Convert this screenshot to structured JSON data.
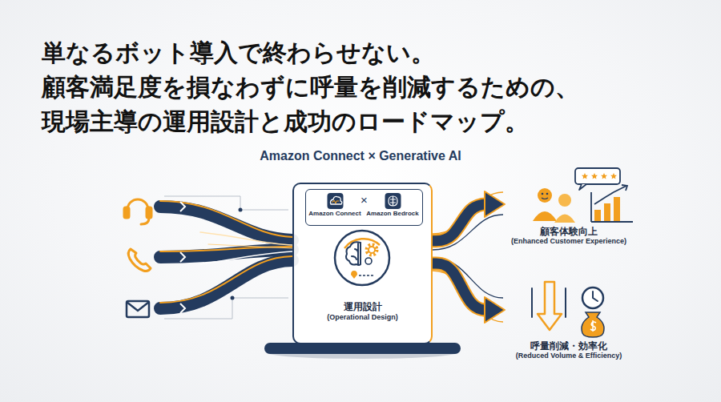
{
  "diagram": {
    "title": "単なるボット導入で終わらせない。 顧客満足度を損なわずに呼量を削減するための、 現場主導の運用設計と成功のロードマップ。",
    "nodes": [
      {
        "text": [
          "運用設計",
          "(Operational Design)"
        ]
      },
      {
        "text": [
          "×"
        ],
        "in": 0
      },
      {
        "text": [
          "Amazon Connect"
        ],
        "in": 1
      },
      {
        "text": [
          "Amazon Bedrock"
        ],
        "in": 1
      },
      {
        "text": [
          "顧客体験向上",
          "(Enhanced Customer Experience)"
        ]
      },
      {
        "text": [
          "呼量削減・効率化",
          "(Reduced Volume & Efficiency)"
        ]
      }
    ],
    "edges": [
      {
        "from": 0,
        "to": 4,
        "arrow": "to"
      },
      {
        "from": 0,
        "to": 5,
        "arrow": "to"
      }
    ],
    "labels": [
      "Amazon Connect × Generative AI"
    ]
  }
}
